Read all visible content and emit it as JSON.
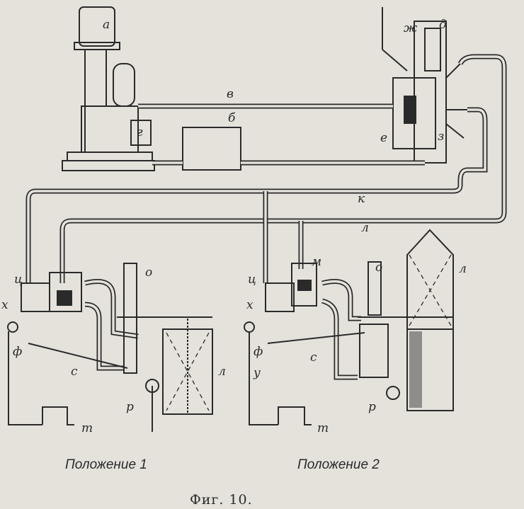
{
  "figure": {
    "caption": "Фиг. 10.",
    "positions": [
      "Положение 1",
      "Положение 2"
    ]
  },
  "labels": {
    "a": "а",
    "b": "б",
    "v": "в",
    "g": "г",
    "d": "д",
    "e": "е",
    "zh": "ж",
    "z": "з",
    "k": "к",
    "l": "л",
    "ts": "ц",
    "kh": "х",
    "f": "ф",
    "s": "с",
    "t": "т",
    "o": "о",
    "p": "р",
    "l2": "л",
    "u": "у",
    "m": "м"
  }
}
